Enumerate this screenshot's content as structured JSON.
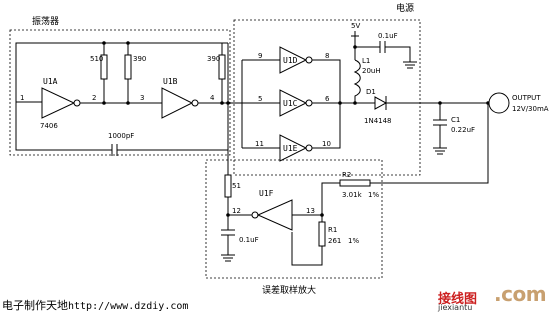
{
  "sections": {
    "oscillator": "振荡器",
    "power": "电源",
    "error_amp": "误差取样放大"
  },
  "gates": {
    "u1a": {
      "name": "U1A",
      "part": "7406"
    },
    "u1b": {
      "name": "U1B"
    },
    "u1d": {
      "name": "U1D"
    },
    "u1c": {
      "name": "U1C"
    },
    "u1e": {
      "name": "U1E"
    },
    "u1f": {
      "name": "U1F"
    }
  },
  "pins": {
    "p1": "1",
    "p2": "2",
    "p3": "3",
    "p4": "4",
    "p5": "5",
    "p6": "6",
    "p8": "8",
    "p9": "9",
    "p10": "10",
    "p11": "11",
    "p12": "12",
    "p13": "13"
  },
  "components": {
    "r510": "510",
    "r390a": "390",
    "r390b": "390",
    "c1000": "1000pF",
    "vcc": "5V",
    "c_top": "0.1uF",
    "l1_name": "L1",
    "l1_value": "20uH",
    "d1_name": "D1",
    "d1_part": "1N4148",
    "c1_name": "C1",
    "c1_value": "0.22uF",
    "output_label": "OUTPUT",
    "output_rating": "12V/30mA",
    "r51": "51",
    "c_bottom": "0.1uF",
    "r2_name": "R2",
    "r2_value": "3.01k",
    "r2_tol": "1%",
    "r1_name": "R1",
    "r1_value": "261",
    "r1_tol": "1%"
  },
  "footer": {
    "site_cn": "电子制作天地",
    "site_url": "http://www.dzdiy.com"
  },
  "watermark": {
    "cn": "接线图",
    "com": ".com",
    "pinyin": "jiexiantu"
  }
}
